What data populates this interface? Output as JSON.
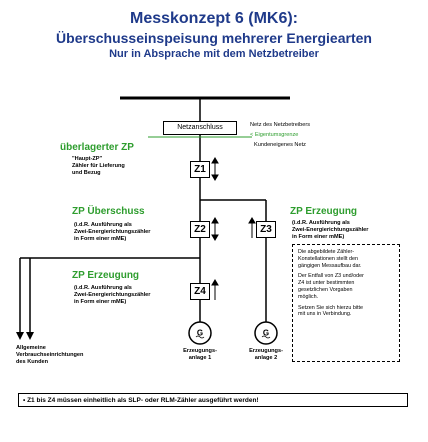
{
  "title": {
    "line1": "Messkonzept 6 (MK6):",
    "line2": "Überschusseinspeisung mehrerer Energiearten",
    "line3": "Nur in Absprache mit dem Netzbetreiber"
  },
  "grid": {
    "connection_label": "Netzanschluss",
    "network_operator": "Netz des Netzbetreibers",
    "property_boundary": "< Eigentumsgrenze",
    "customer_network": "Kundeneigenes Netz"
  },
  "meters": {
    "z1": "Z1",
    "z2": "Z2",
    "z3": "Z3",
    "z4": "Z4"
  },
  "sections": {
    "overlay": {
      "title": "überlagerter ZP",
      "subtitle": "\"Haupt-ZP\"",
      "desc1": "Zähler für Lieferung",
      "desc2": "und Bezug"
    },
    "surplus": {
      "title": "ZP Überschuss",
      "desc1": "(i.d.R. Ausführung als",
      "desc2": "Zwei-Energierichtungszähler",
      "desc3": "in Form einer mME)"
    },
    "generation_left": {
      "title": "ZP Erzeugung",
      "desc1": "(i.d.R. Ausführung als",
      "desc2": "Zwei-Energierichtungszähler",
      "desc3": "in Form einer mME)"
    },
    "generation_right": {
      "title": "ZP Erzeugung",
      "desc1": "(i.d.R. Ausführung als",
      "desc2": "Zwei-Energierichtungszähler",
      "desc3": "in Form einer mME)"
    }
  },
  "generators": {
    "symbol": "G",
    "g1_line1": "Erzeugungs-",
    "g1_line2": "anlage 1",
    "g2_line1": "Erzeugungs-",
    "g2_line2": "anlage 2"
  },
  "consumers": {
    "line1": "Allgemeine",
    "line2": "Verbrauchseinrichtungen",
    "line3": "des Kunden"
  },
  "note": {
    "p1_l1": "Die abgebildete Zähler-",
    "p1_l2": "Konstellationen stellt den",
    "p1_l3": "gängigen Messaufbau dar.",
    "p2_l1": "Der Entfall von Z3 und/oder",
    "p2_l2": "Z4 ist unter bestimmten",
    "p2_l3": "gesetzlichen Vorgaben",
    "p2_l4": "möglich.",
    "p3_l1": "Setzen Sie sich hierzu bitte",
    "p3_l2": "mit uns in Verbindung."
  },
  "footer": "•  Z1 bis Z4 müssen einheitlich als SLP- oder RLM-Zähler ausgeführt werden!",
  "colors": {
    "title": "#1f3a8a",
    "label_green": "#2e9d2e",
    "boundary_green": "#2e9d2e",
    "line": "#000000"
  }
}
